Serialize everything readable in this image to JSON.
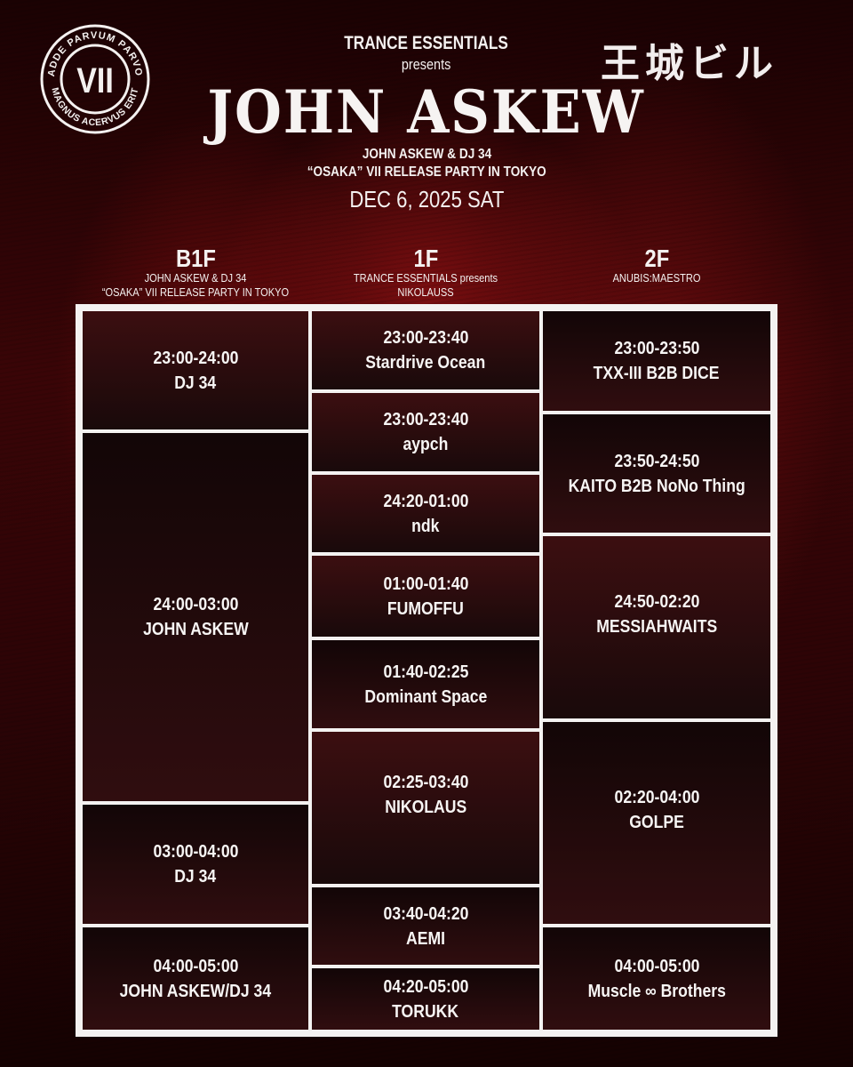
{
  "logo": {
    "numeral": "VII",
    "top_arc_text": "ADDE PARVUM PARVO",
    "bottom_arc_text": "MAGNUS ACERVUS ERIT",
    "icon": "circular-seal-logo"
  },
  "venue": {
    "name": "王城ビル"
  },
  "header": {
    "promoter": "TRANCE ESSENTIALS",
    "presents": "presents",
    "artist": "JOHN ASKEW",
    "subtitle_line1": "JOHN ASKEW & DJ 34",
    "subtitle_line2": "“OSAKA” VII RELEASE PARTY IN TOKYO",
    "date": "DEC 6, 2025 SAT"
  },
  "floors": [
    {
      "name": "B1F",
      "desc_line1": "JOHN ASKEW & DJ 34",
      "desc_line2": "“OSAKA” VII RELEASE PARTY IN TOKYO",
      "slots": [
        {
          "time": "23:00-24:00",
          "artist": "DJ 34"
        },
        {
          "time": "24:00-03:00",
          "artist": "JOHN ASKEW"
        },
        {
          "time": "03:00-04:00",
          "artist": "DJ 34"
        },
        {
          "time": "04:00-05:00",
          "artist": "JOHN ASKEW/DJ 34"
        }
      ]
    },
    {
      "name": "1F",
      "desc_line1": "TRANCE ESSENTIALS presents",
      "desc_line2": "NIKOLAUSS",
      "slots": [
        {
          "time": "23:00-23:40",
          "artist": "Stardrive Ocean"
        },
        {
          "time": "23:00-23:40",
          "artist": "aypch"
        },
        {
          "time": "24:20-01:00",
          "artist": "ndk"
        },
        {
          "time": "01:00-01:40",
          "artist": "FUMOFFU"
        },
        {
          "time": "01:40-02:25",
          "artist": "Dominant Space"
        },
        {
          "time": "02:25-03:40",
          "artist": "NIKOLAUS"
        },
        {
          "time": "03:40-04:20",
          "artist": "AEMI"
        },
        {
          "time": "04:20-05:00",
          "artist": "TORUKK"
        }
      ]
    },
    {
      "name": "2F",
      "desc_line1": "ANUBIS:MAESTRO",
      "desc_line2": "",
      "slots": [
        {
          "time": "23:00-23:50",
          "artist": "TXX-III B2B DICE"
        },
        {
          "time": "23:50-24:50",
          "artist": "KAITO B2B NoNo Thing"
        },
        {
          "time": "24:50-02:20",
          "artist": "MESSIAHWAITS"
        },
        {
          "time": "02:20-04:00",
          "artist": "GOLPE"
        },
        {
          "time": "04:00-05:00",
          "artist": "Muscle ∞ Brothers"
        }
      ]
    }
  ],
  "colors": {
    "background": "#2a0406",
    "accent_red": "#8c1012",
    "frame": "#f4f2f1",
    "text": "#f7f5f4"
  }
}
